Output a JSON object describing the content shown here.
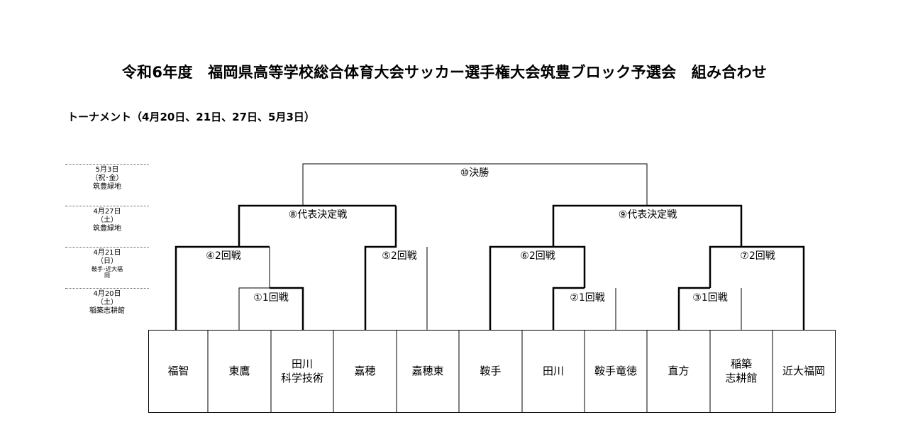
{
  "title": "令和6年度　福岡県高等学校総合体育大会サッカー選手権大会筑豊ブロック予選会　組み合わせ",
  "subtitle": "トーナメント（4月20日、21日、27日、5月3日）",
  "schedule": [
    {
      "date": "5月3日",
      "day": "（祝･金）",
      "venue": "筑豊緑地"
    },
    {
      "date": "4月27日",
      "day": "（土）",
      "venue": "筑豊緑地"
    },
    {
      "date": "4月21日",
      "day": "（日）",
      "venue": "鞍手･近大福岡"
    },
    {
      "date": "4月20日",
      "day": "（土）",
      "venue": "稲築志耕館"
    }
  ],
  "matches": {
    "m1": "①1回戦",
    "m2": "②1回戦",
    "m3": "③1回戦",
    "m4": "④2回戦",
    "m5": "⑤2回戦",
    "m6": "⑥2回戦",
    "m7": "⑦2回戦",
    "m8": "⑧代表決定戦",
    "m9": "⑨代表決定戦",
    "m10": "⑩決勝"
  },
  "teams": [
    {
      "line1": "福智",
      "line2": ""
    },
    {
      "line1": "東鷹",
      "line2": ""
    },
    {
      "line1": "田川",
      "line2": "科学技術"
    },
    {
      "line1": "嘉穂",
      "line2": ""
    },
    {
      "line1": "嘉穂東",
      "line2": ""
    },
    {
      "line1": "鞍手",
      "line2": ""
    },
    {
      "line1": "田川",
      "line2": ""
    },
    {
      "line1": "鞍手竜徳",
      "line2": ""
    },
    {
      "line1": "直方",
      "line2": ""
    },
    {
      "line1": "稲築",
      "line2": "志耕館"
    },
    {
      "line1": "近大福岡",
      "line2": ""
    }
  ],
  "colors": {
    "line": "#000000",
    "dotted": "#555555"
  }
}
